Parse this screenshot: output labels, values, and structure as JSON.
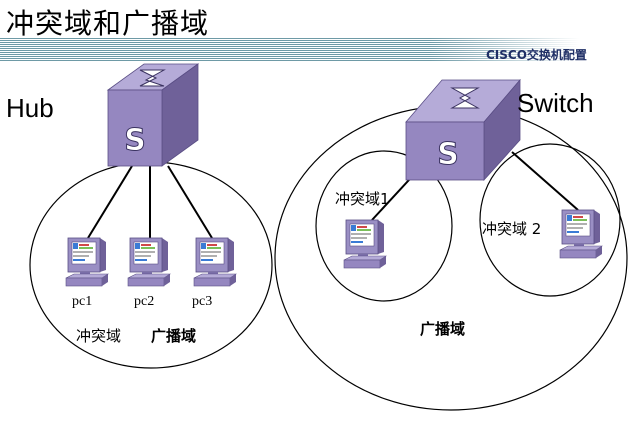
{
  "header": {
    "title": "冲突域和广播域",
    "subtitle": "CISCO交换机配置"
  },
  "diagram": {
    "hub_label": "Hub",
    "switch_label": "Switch",
    "device_symbol": "S",
    "pc_labels": [
      "pc1",
      "pc2",
      "pc3"
    ],
    "hub_collision_domain": "冲突域",
    "hub_broadcast_domain": "广播域",
    "switch_collision_domain_1": "冲突域1",
    "switch_collision_domain_2": "冲突域 2",
    "switch_broadcast_domain": "广播域"
  },
  "colors": {
    "device_front": "#9587c0",
    "device_top": "#b5abd8",
    "device_side": "#6f6199",
    "header_stripe": "#6e9aa6",
    "subtitle_text": "#1f2f66"
  },
  "icons": {
    "hub": "hub-icon",
    "switch": "switch-icon",
    "pc": "computer-icon"
  }
}
